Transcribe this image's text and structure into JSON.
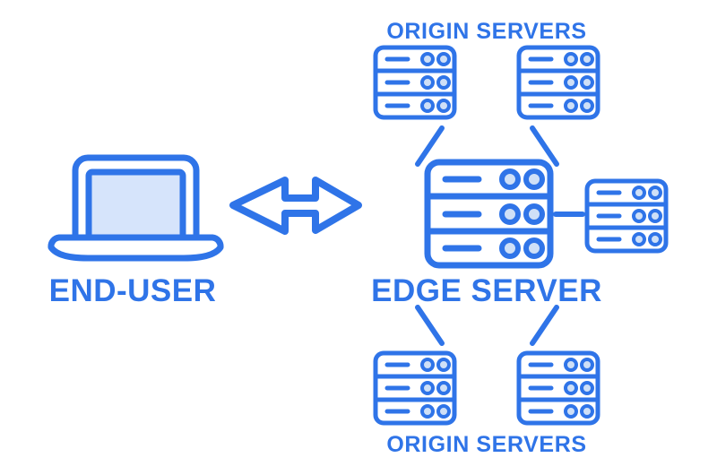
{
  "diagram": {
    "title_top": "ORIGIN SERVERS",
    "title_bottom": "ORIGIN SERVERS",
    "label_end_user": "END-USER",
    "label_edge_server": "EDGE SERVER",
    "colors": {
      "accent_blue": "#2f74e8",
      "screen_fill": "#d6e4fb",
      "circle_fill": "#cfe0f7",
      "background": "#ffffff"
    },
    "nodes": [
      {
        "id": "end-user",
        "icon": "laptop-icon",
        "label": "END-USER"
      },
      {
        "id": "edge-server",
        "icon": "server-rack-icon",
        "label": "EDGE SERVER"
      },
      {
        "id": "origin-server-top-left",
        "icon": "server-rack-icon",
        "label": "ORIGIN SERVERS"
      },
      {
        "id": "origin-server-top-right",
        "icon": "server-rack-icon",
        "label": "ORIGIN SERVERS"
      },
      {
        "id": "origin-server-right",
        "icon": "server-rack-icon",
        "label": ""
      },
      {
        "id": "origin-server-bottom-left",
        "icon": "server-rack-icon",
        "label": "ORIGIN SERVERS"
      },
      {
        "id": "origin-server-bottom-right",
        "icon": "server-rack-icon",
        "label": "ORIGIN SERVERS"
      }
    ],
    "connectors": [
      {
        "id": "end-user-to-edge-server",
        "type": "double-arrow-icon"
      },
      {
        "id": "edge-to-top-left",
        "type": "line"
      },
      {
        "id": "edge-to-top-right",
        "type": "line"
      },
      {
        "id": "edge-to-right",
        "type": "line"
      },
      {
        "id": "edge-to-bottom-left",
        "type": "line"
      },
      {
        "id": "edge-to-bottom-right",
        "type": "line"
      }
    ]
  }
}
